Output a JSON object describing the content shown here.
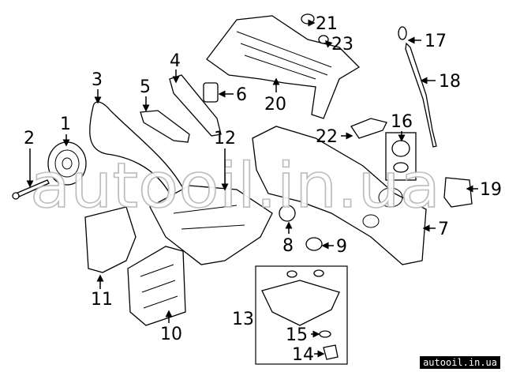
{
  "diagram": {
    "labels": [
      "1",
      "2",
      "3",
      "4",
      "5",
      "6",
      "7",
      "8",
      "9",
      "10",
      "11",
      "12",
      "13",
      "14",
      "15",
      "16",
      "17",
      "18",
      "19",
      "20",
      "21",
      "22",
      "23"
    ]
  },
  "watermark": "autooil.in.ua",
  "footer_text": "autooil.in.ua"
}
